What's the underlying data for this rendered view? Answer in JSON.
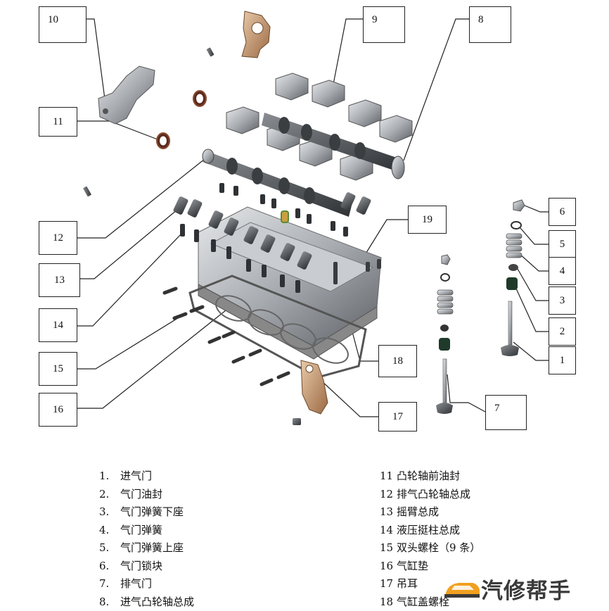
{
  "callouts": [
    {
      "id": "10",
      "label": "10"
    },
    {
      "id": "9",
      "label": "9"
    },
    {
      "id": "8",
      "label": "8"
    },
    {
      "id": "11",
      "label": "11"
    },
    {
      "id": "12",
      "label": "12"
    },
    {
      "id": "13",
      "label": "13"
    },
    {
      "id": "14",
      "label": "14"
    },
    {
      "id": "15",
      "label": "15"
    },
    {
      "id": "16",
      "label": "16"
    },
    {
      "id": "19",
      "label": "19"
    },
    {
      "id": "18",
      "label": "18"
    },
    {
      "id": "17",
      "label": "17"
    },
    {
      "id": "7",
      "label": "7"
    },
    {
      "id": "6",
      "label": "6"
    },
    {
      "id": "5",
      "label": "5"
    },
    {
      "id": "4",
      "label": "4"
    },
    {
      "id": "3",
      "label": "3"
    },
    {
      "id": "2",
      "label": "2"
    },
    {
      "id": "1",
      "label": "1"
    }
  ],
  "legend": {
    "left": [
      {
        "num": "1.",
        "text": "进气门"
      },
      {
        "num": "2.",
        "text": "气门油封"
      },
      {
        "num": "3.",
        "text": "气门弹簧下座"
      },
      {
        "num": "4.",
        "text": "气门弹簧"
      },
      {
        "num": "5.",
        "text": "气门弹簧上座"
      },
      {
        "num": "6.",
        "text": "气门锁块"
      },
      {
        "num": "7.",
        "text": "排气门"
      },
      {
        "num": "8.",
        "text": "进气凸轮轴总成"
      }
    ],
    "right": [
      {
        "num": "11",
        "text": "凸轮轴前油封"
      },
      {
        "num": "12",
        "text": "排气凸轮轴总成"
      },
      {
        "num": "13",
        "text": "摇臂总成"
      },
      {
        "num": "14",
        "text": "液压挺柱总成"
      },
      {
        "num": "15",
        "text": "双头螺栓（9 条）"
      },
      {
        "num": "16",
        "text": "气缸垫"
      },
      {
        "num": "17",
        "text": "吊耳"
      },
      {
        "num": "18",
        "text": "气缸盖螺栓"
      }
    ]
  },
  "watermark": {
    "text": "汽修帮手",
    "accent": "#f0a020",
    "color": "#3a3a3a"
  }
}
